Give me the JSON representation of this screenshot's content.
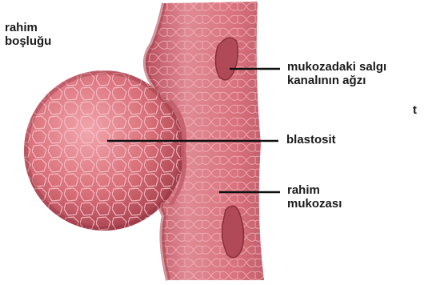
{
  "labels": {
    "uterine_cavity": [
      "rahim",
      "boşluğu"
    ],
    "gland_opening": [
      "mukozadaki salgı",
      "kanalının ağzı"
    ],
    "stray_letter": "t",
    "blastocyst": "blastosit",
    "mucosa": [
      "rahim",
      "mukozası"
    ]
  },
  "colors": {
    "mucosa_base": "#d9737e",
    "mucosa_light": "#ec9aa3",
    "mucosa_dark": "#b84f5d",
    "sphere_base": "#d9707a",
    "sphere_dark": "#9e3946",
    "cell_line": "#f7c6cb",
    "leader": "#111111",
    "text": "#1a1a1a"
  }
}
